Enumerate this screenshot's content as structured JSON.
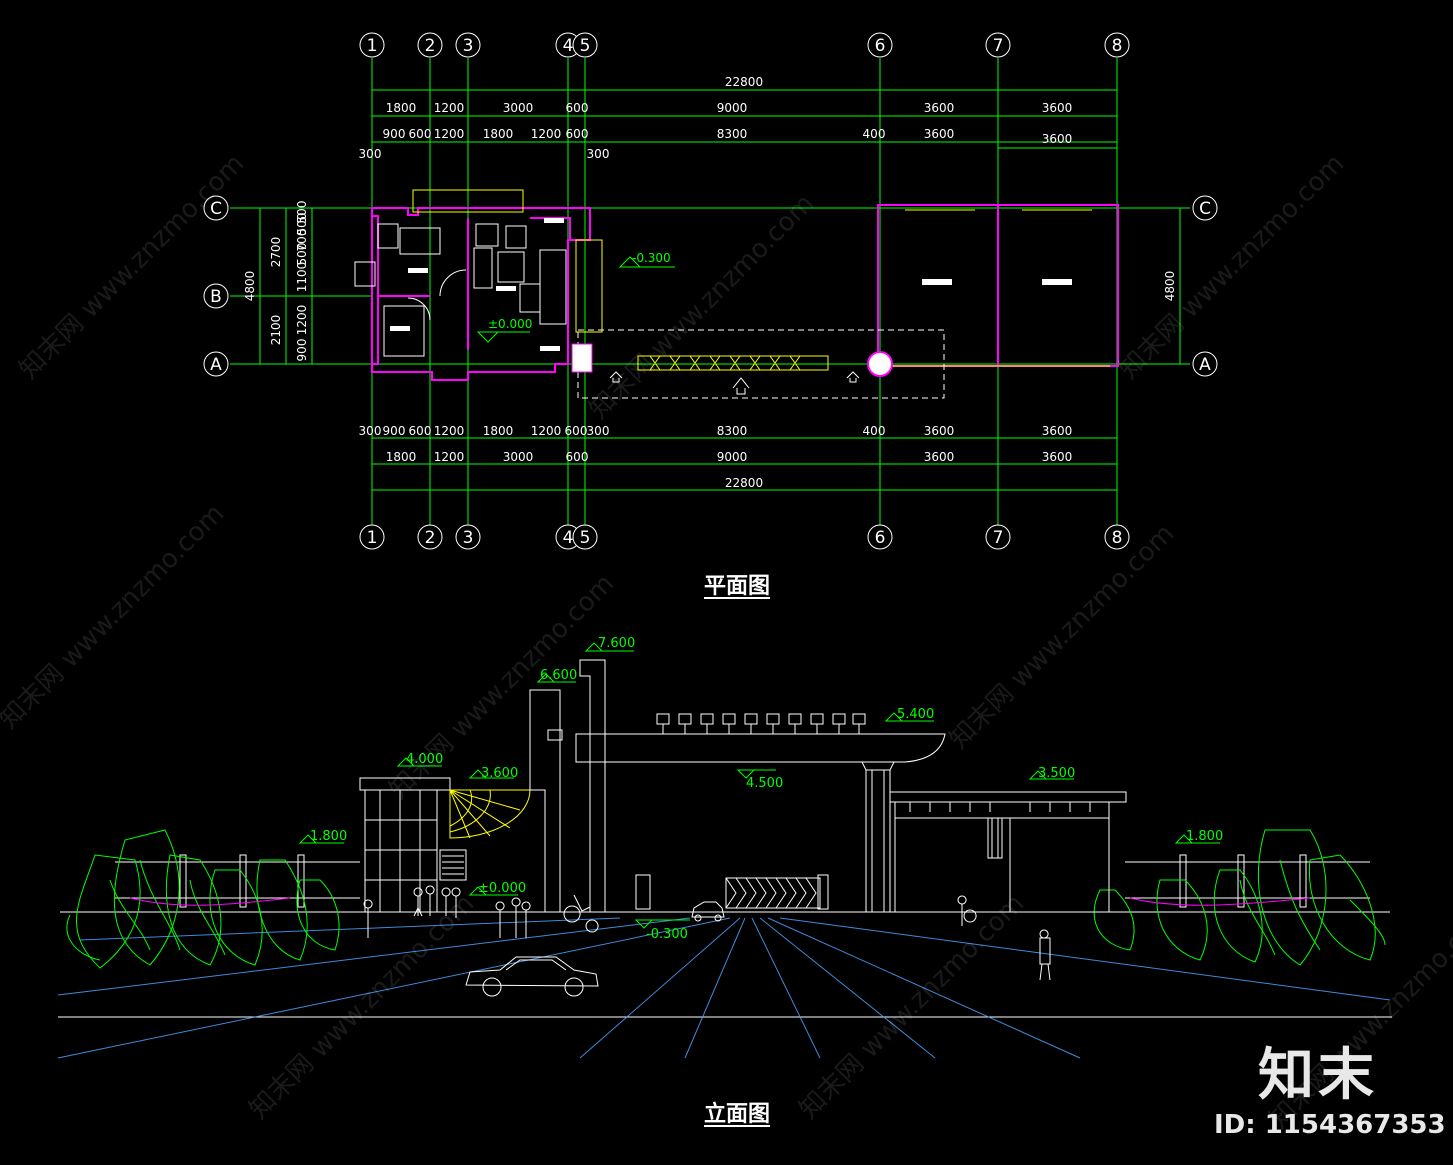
{
  "plan": {
    "title": "平面图",
    "col_labels": [
      "1",
      "2",
      "3",
      "4",
      "5",
      "6",
      "7",
      "8"
    ],
    "row_labels": [
      "C",
      "B",
      "A"
    ],
    "top_dims": {
      "overall": "22800",
      "row1": [
        "1800",
        "1200",
        "3000",
        "600",
        "9000",
        "3600",
        "3600"
      ],
      "row2": [
        "900",
        "600",
        "1200",
        "1800",
        "1200",
        "600",
        "8300",
        "400",
        "3600"
      ],
      "row2_extra": "3600",
      "small_left": "300",
      "small_right": "300"
    },
    "bottom_dims": {
      "row1": [
        "300",
        "900",
        "600",
        "1200",
        "1800",
        "1200",
        "600",
        "300",
        "8300",
        "400",
        "3600",
        "3600"
      ],
      "row2": [
        "1800",
        "1200",
        "3000",
        "600",
        "9000",
        "3600",
        "3600"
      ],
      "overall": "22800"
    },
    "left_dims": {
      "overall": "4800",
      "outer": [
        "2700",
        "2100"
      ],
      "inner": [
        "500",
        "500",
        "700",
        "500",
        "1100",
        "1200",
        "900"
      ]
    },
    "right_dim": "4800",
    "levels": {
      "outside": "-0.300",
      "inside": "±0.000"
    }
  },
  "elevation": {
    "title": "立面图",
    "levels": [
      "7.600",
      "6.600",
      "5.400",
      "4.500",
      "4.000",
      "3.600",
      "3.500",
      "1.800",
      "1.800",
      "±0.000",
      "-0.300"
    ]
  },
  "brand": {
    "logo": "知末",
    "id": "ID: 1154367353"
  },
  "watermark": "知末网 www.znzmo.com",
  "colors": {
    "bg": "#000000",
    "axis": "#00ff00",
    "wall": "#ff00ff",
    "line": "#ffffff",
    "accent": "#ffff00",
    "tree": "#00ff00"
  }
}
